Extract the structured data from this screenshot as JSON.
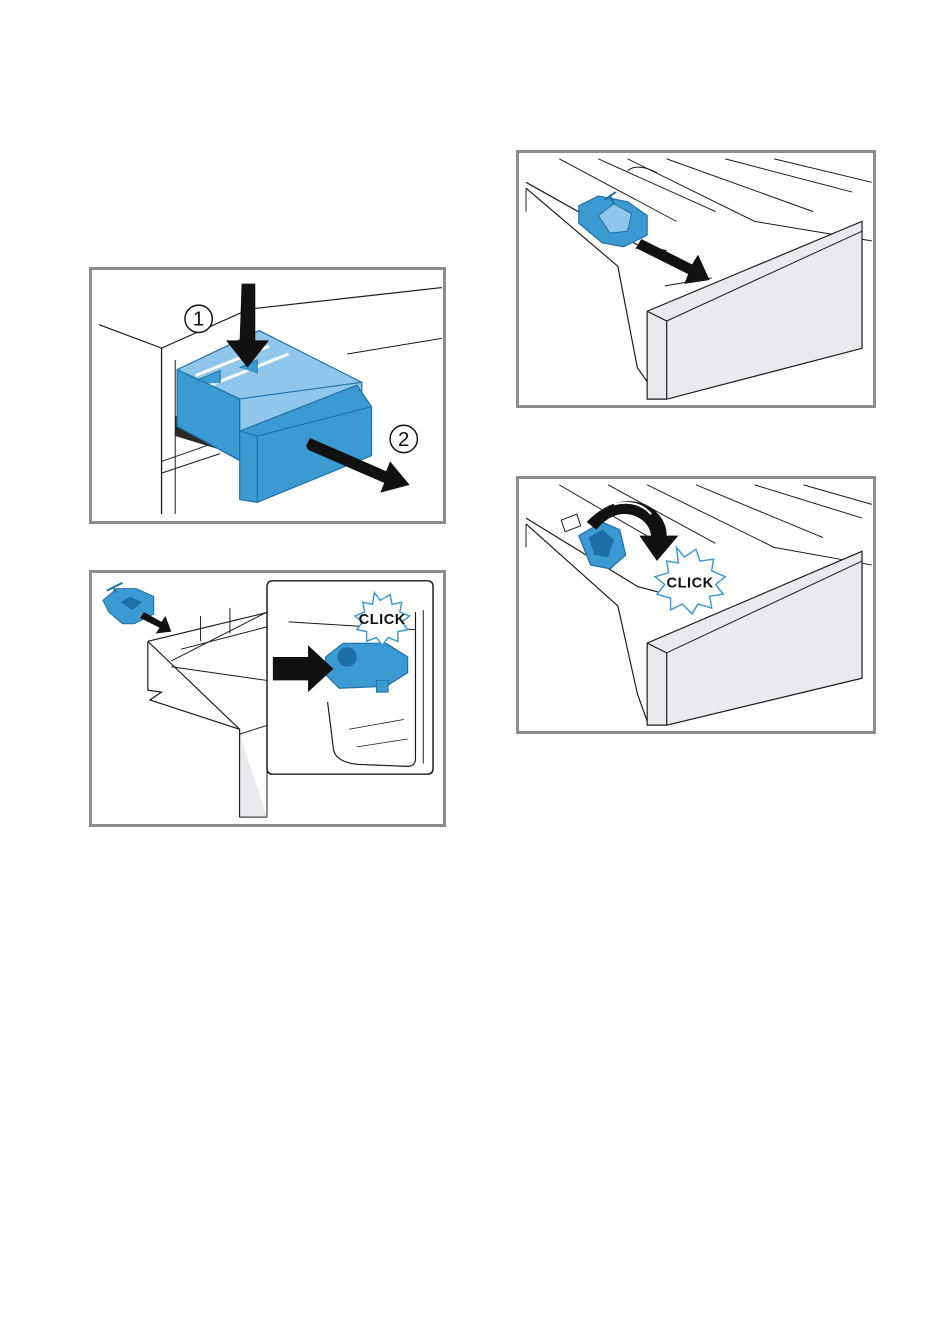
{
  "figures": [
    {
      "id": "remove-drawer",
      "step_labels": [
        "1",
        "2"
      ]
    },
    {
      "id": "insert-insert",
      "badge_text": "CLICK"
    },
    {
      "id": "pull-insert"
    },
    {
      "id": "rotate-insert",
      "badge_text": "CLICK"
    }
  ],
  "colors": {
    "frame": "#8c8c8c",
    "blue": "#3c9ad2",
    "blue_dark": "#1e6fa8",
    "arrow": "#111111",
    "line": "#1a1a1a",
    "panel_grey": "#e9eaed",
    "badge_fill": "#ffffff",
    "badge_stroke": "#3c9ad2"
  },
  "icons": [
    "down-arrow-icon",
    "right-arrow-icon",
    "click-burst-icon",
    "rotate-arrow-icon"
  ]
}
